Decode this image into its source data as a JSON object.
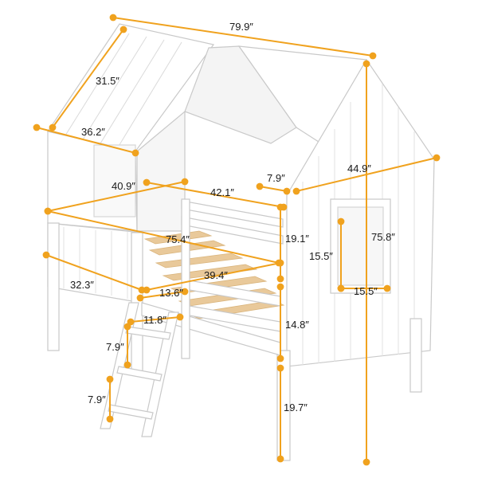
{
  "colors": {
    "dimension_line": "#F0A21E",
    "outline": "#C9C9C9",
    "panel": "#FFFFFF",
    "panel_shade": "#F2F2F2",
    "slat": "#E9C99A",
    "text": "#1A1A1A"
  },
  "dimensions": {
    "overall_length": "79.9″",
    "roof_slope": "31.5″",
    "roof_front_width": "36.2″",
    "front_rail_depth": "40.9″",
    "inner_length": "42.1″",
    "back_roof_width": "7.9″",
    "gable_width": "44.9″",
    "mattress_length": "75.4″",
    "rail_height": "19.1″",
    "overall_height": "75.8″",
    "window_height": "15.5″",
    "window_width": "15.5″",
    "front_panel_depth": "32.3″",
    "side_rail_length": "39.4″",
    "ladder_width": "13.6″",
    "ladder_step_width": "11.8″",
    "ladder_step_upper": "7.9″",
    "ladder_step_lower": "7.9″",
    "guard_height": "14.8″",
    "floor_clearance": "19.7″"
  }
}
